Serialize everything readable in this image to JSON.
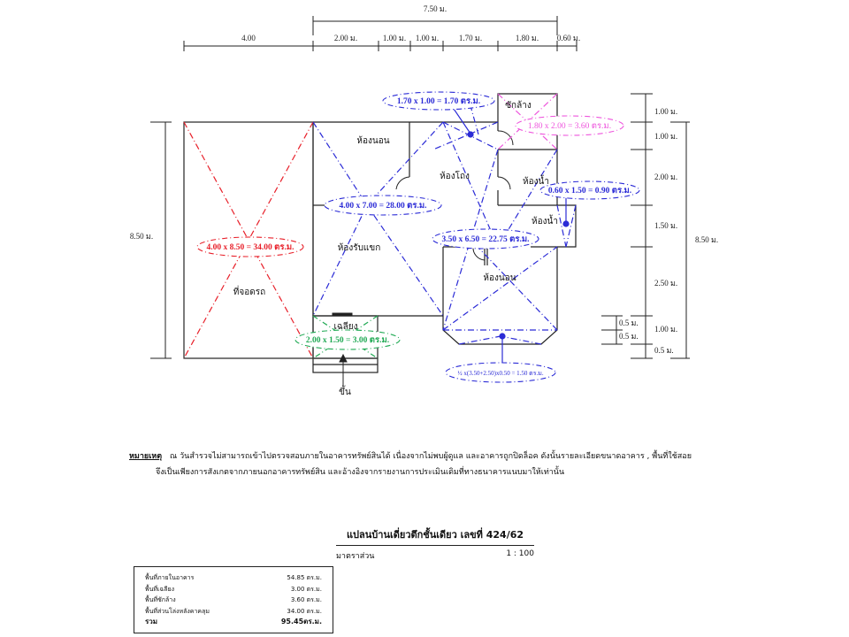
{
  "dimensions": {
    "top_overall": "7.50 ม.",
    "top_segments": [
      "4.00",
      "2.00 ม.",
      "1.00 ม.",
      "1.00 ม.",
      "1.70 ม.",
      "1.80 ม.",
      "0.60 ม."
    ],
    "left_overall": "8.50 ม.",
    "right_segments": [
      "1.00 ม.",
      "1.00 ม.",
      "2.00 ม.",
      "1.50 ม.",
      "2.50 ม.",
      "1.00 ม.",
      "0.5 ม."
    ],
    "right_small": [
      "0.5 ม.",
      "0.5 ม."
    ],
    "right_overall": "8.50 ม."
  },
  "rooms": {
    "carport": "ที่จอดรถ",
    "bedroom_1": "ห้องนอน",
    "living": "ห้องรับแขก",
    "hall": "ห้องโถง",
    "laundry": "ซักล้าง",
    "bathroom_1": "ห้องน้ำ",
    "bathroom_2": "ห้องน้ำ",
    "bedroom_2": "ห้องนอน",
    "porch": "เฉลียง",
    "entry": "ขึ้น"
  },
  "areas": {
    "carport": "4.00 x 8.50 = 34.00 ตร.ม.",
    "main": "4.00 x 7.00 = 28.00 ตร.ม.",
    "hall_ext": "1.70 x 1.00 = 1.70 ตร.ม.",
    "laundry": "1.80 x 2.00 = 3.60 ตร.ม.",
    "bath": "0.60 x 1.50 = 0.90 ตร.ม.",
    "bedroom": "3.50 x 6.50 = 22.75 ตร.ม.",
    "porch": "2.00 x 1.50 = 3.00 ตร.ม.",
    "trapezoid": "½ x(3.50+2.50)x0.50 = 1.50 ตร.ม."
  },
  "colors": {
    "red": "#e8202a",
    "blue": "#2b2bd6",
    "magenta": "#ee55dd",
    "green": "#22aa55",
    "wall": "#222222"
  },
  "note": {
    "label": "หมายเหตุ",
    "line1": "ณ วันสำรวจไม่สามารถเข้าไปตรวจสอบภายในอาคารทรัพย์สินได้ เนื่องจากไม่พบผู้ดูแล และอาคารถูกปิดล็อค ดังนั้นรายละเอียดขนาดอาคาร , พื้นที่ใช้สอย",
    "line2": "จึงเป็นเพียงการสังเกตจากภายนอกอาคารทรัพย์สิน และอ้างอิงจากรายงานการประเมินเดิมที่ทางธนาคารแนบมาให้เท่านั้น"
  },
  "title_block": {
    "title": "แปลนบ้านเดี่ยวตึกชั้นเดียว   เลขที่ 424/62",
    "scale_label": "มาตราส่วน",
    "scale_value": "1 : 100"
  },
  "summary": [
    {
      "label": "พื้นที่ภายในอาคาร",
      "value": "54.85  ตร.ม."
    },
    {
      "label": "พื้นที่เฉลียง",
      "value": "3.00  ตร.ม."
    },
    {
      "label": "พื้นที่ซักล้าง",
      "value": "3.60  ตร.ม."
    },
    {
      "label": "พื้นที่ส่วนโล่งหลังคาคลุม",
      "value": "34.00  ตร.ม."
    },
    {
      "label": "รวม",
      "value": "95.45ตร.ม."
    }
  ]
}
